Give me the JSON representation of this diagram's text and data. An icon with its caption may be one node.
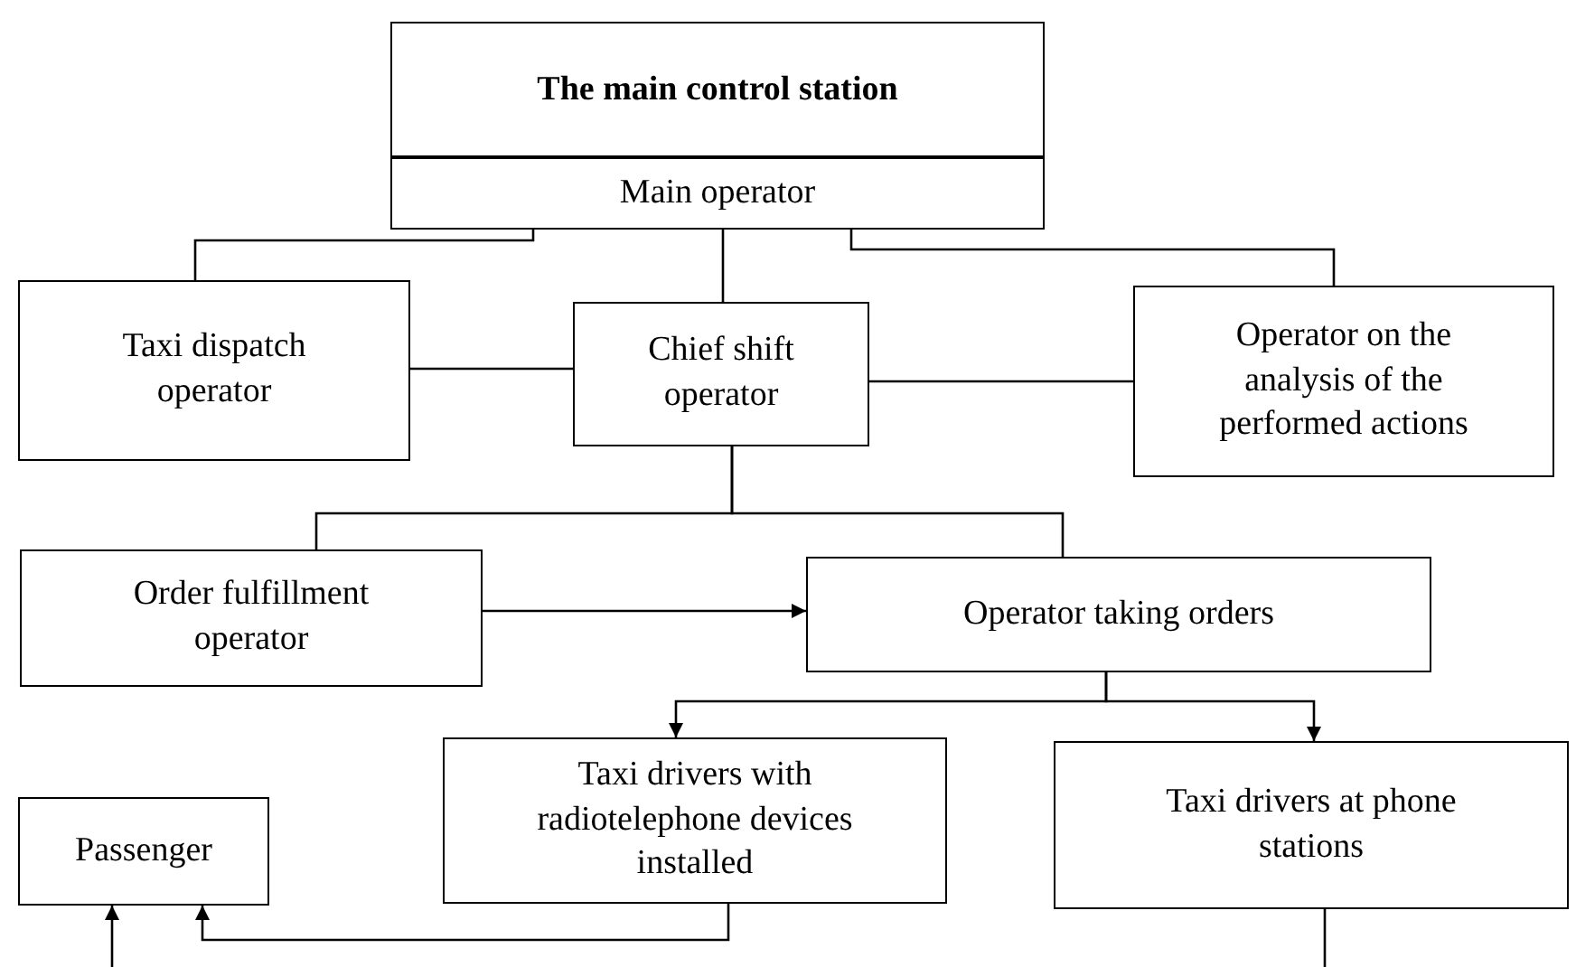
{
  "diagram": {
    "nodes": [
      {
        "text": [
          "The main control station",
          "Main operator"
        ]
      },
      {
        "text": [
          "Taxi dispatch operator"
        ]
      },
      {
        "text": [
          "Chief shift operator"
        ]
      },
      {
        "text": [
          "Operator on the analysis of the performed actions"
        ]
      },
      {
        "text": [
          "Order fulfillment operator"
        ]
      },
      {
        "text": [
          "Operator taking orders"
        ]
      },
      {
        "text": [
          "Taxi drivers with radiotelephone devices installed"
        ]
      },
      {
        "text": [
          "Taxi drivers at phone stations"
        ]
      },
      {
        "text": [
          "Passenger"
        ]
      }
    ],
    "edges": [
      {
        "from": 0,
        "to": 1,
        "arrow": "none"
      },
      {
        "from": 0,
        "to": 2,
        "arrow": "none"
      },
      {
        "from": 0,
        "to": 3,
        "arrow": "none"
      },
      {
        "from": 1,
        "to": 2,
        "arrow": "none"
      },
      {
        "from": 2,
        "to": 3,
        "arrow": "none"
      },
      {
        "from": 2,
        "to": 4,
        "arrow": "none"
      },
      {
        "from": 2,
        "to": 5,
        "arrow": "none"
      },
      {
        "from": 4,
        "to": 5,
        "arrow": "to"
      },
      {
        "from": 5,
        "to": 6,
        "arrow": "to"
      },
      {
        "from": 5,
        "to": 7,
        "arrow": "to"
      },
      {
        "from": 6,
        "to": 8,
        "arrow": "to"
      },
      {
        "from": null,
        "to": 8,
        "arrow": "to"
      },
      {
        "from": 7,
        "to": null,
        "arrow": "none"
      }
    ]
  }
}
